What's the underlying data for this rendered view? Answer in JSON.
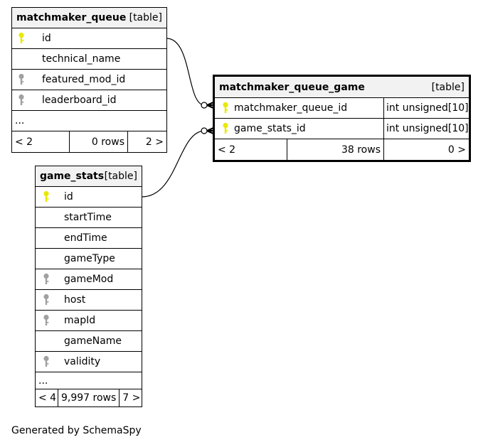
{
  "diagram": {
    "caption": "Generated by SchemaSpy",
    "colors": {
      "primary_key": "#e8e800",
      "foreign_key": "#a0a0a0",
      "header_bg": "#f2f2f2"
    },
    "tables": {
      "matchmaker_queue": {
        "name": "matchmaker_queue",
        "kind": "[table]",
        "columns": [
          {
            "name": "id",
            "key": "primary"
          },
          {
            "name": "technical_name",
            "key": "none"
          },
          {
            "name": "featured_mod_id",
            "key": "foreign"
          },
          {
            "name": "leaderboard_id",
            "key": "foreign"
          }
        ],
        "more": "...",
        "footer": {
          "parents": "< 2",
          "rows": "0 rows",
          "children": "2 >"
        }
      },
      "matchmaker_queue_game": {
        "name": "matchmaker_queue_game",
        "kind": "[table]",
        "columns": [
          {
            "name": "matchmaker_queue_id",
            "type": "int unsigned[10]",
            "key": "primary"
          },
          {
            "name": "game_stats_id",
            "type": "int unsigned[10]",
            "key": "primary"
          }
        ],
        "footer": {
          "parents": "< 2",
          "rows": "38 rows",
          "children": "0 >"
        }
      },
      "game_stats": {
        "name": "game_stats",
        "kind": "[table]",
        "columns": [
          {
            "name": "id",
            "key": "primary"
          },
          {
            "name": "startTime",
            "key": "none"
          },
          {
            "name": "endTime",
            "key": "none"
          },
          {
            "name": "gameType",
            "key": "none"
          },
          {
            "name": "gameMod",
            "key": "foreign"
          },
          {
            "name": "host",
            "key": "foreign"
          },
          {
            "name": "mapId",
            "key": "foreign"
          },
          {
            "name": "gameName",
            "key": "none"
          },
          {
            "name": "validity",
            "key": "foreign"
          }
        ],
        "more": "...",
        "footer": {
          "parents": "< 4",
          "rows": "9,997 rows",
          "children": "7 >"
        }
      }
    }
  }
}
